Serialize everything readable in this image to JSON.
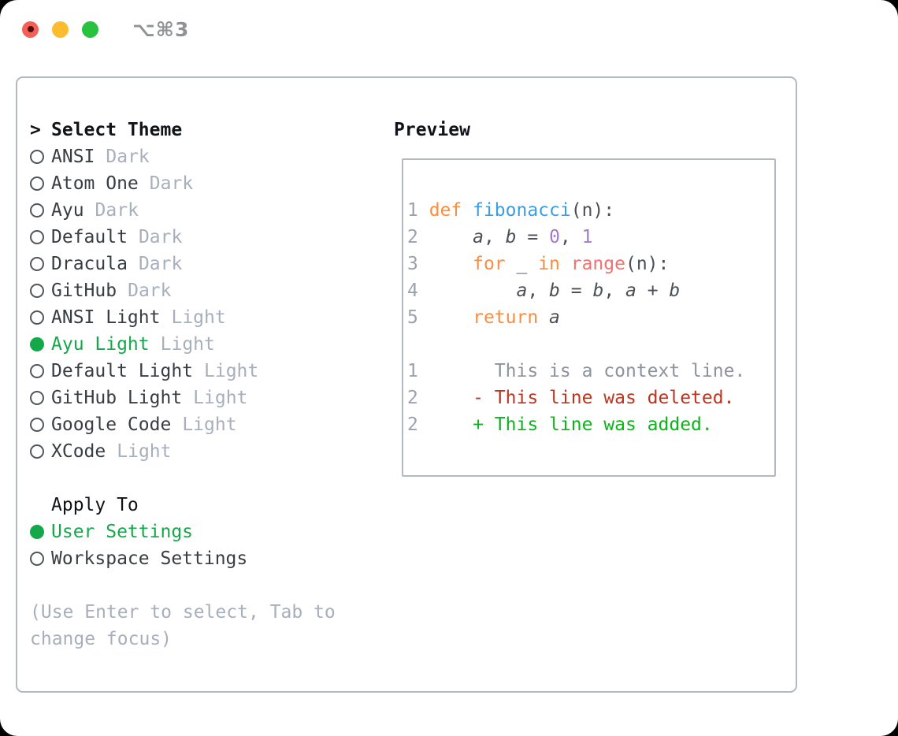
{
  "window": {
    "title": "⌥⌘3"
  },
  "colors": {
    "accent": "#14a84a",
    "heading": "#101418",
    "name": "#383d44",
    "variant": "#a7afbc",
    "hint": "#a7afbc",
    "border": "#b2b9c3",
    "title-gray": "#8f9296",
    "tl-red": "#f65f57",
    "tl-red-dot": "#4d100b",
    "tl-yellow": "#fdbc2e",
    "tl-green": "#28c23e",
    "num": "#9aa2ae",
    "fg-code": "#4b5056",
    "kw": "#fa8d3e",
    "fn": "#399ee6",
    "lit": "#a37acc",
    "bi": "#f0716f",
    "ctx": "#8b939e",
    "red-del": "#c0341f",
    "green-add": "#0bb51a"
  },
  "left_pane": {
    "header": {
      "marker": ">",
      "label": "Select Theme"
    },
    "themes": [
      {
        "name": "ANSI",
        "variant": "Dark",
        "selected": false
      },
      {
        "name": "Atom One",
        "variant": "Dark",
        "selected": false
      },
      {
        "name": "Ayu",
        "variant": "Dark",
        "selected": false
      },
      {
        "name": "Default",
        "variant": "Dark",
        "selected": false
      },
      {
        "name": "Dracula",
        "variant": "Dark",
        "selected": false
      },
      {
        "name": "GitHub",
        "variant": "Dark",
        "selected": false
      },
      {
        "name": "ANSI Light",
        "variant": "Light",
        "selected": false
      },
      {
        "name": "Ayu Light",
        "variant": "Light",
        "selected": true
      },
      {
        "name": "Default Light",
        "variant": "Light",
        "selected": false
      },
      {
        "name": "GitHub Light",
        "variant": "Light",
        "selected": false
      },
      {
        "name": "Google Code",
        "variant": "Light",
        "selected": false
      },
      {
        "name": "XCode",
        "variant": "Light",
        "selected": false
      }
    ],
    "apply_to": {
      "label": "Apply To",
      "options": [
        {
          "label": "User Settings",
          "selected": true
        },
        {
          "label": "Workspace Settings",
          "selected": false
        }
      ]
    },
    "hint_lines": [
      "(Use Enter to select, Tab to",
      "change focus)"
    ]
  },
  "preview": {
    "title": "Preview",
    "code_lines": [
      [
        [
          "num",
          "1 "
        ],
        [
          "kw",
          "def "
        ],
        [
          "fn",
          "fibonacci"
        ],
        [
          "pl",
          "(n):"
        ]
      ],
      [
        [
          "num",
          "2 "
        ],
        [
          "pl",
          "    "
        ],
        [
          "var",
          "a"
        ],
        [
          "pl",
          ", "
        ],
        [
          "var",
          "b"
        ],
        [
          "pl",
          " = "
        ],
        [
          "lit",
          "0"
        ],
        [
          "pl",
          ", "
        ],
        [
          "lit",
          "1"
        ]
      ],
      [
        [
          "num",
          "3 "
        ],
        [
          "pl",
          "    "
        ],
        [
          "kw",
          "for "
        ],
        [
          "pl",
          "_ "
        ],
        [
          "kw",
          "in "
        ],
        [
          "bi",
          "range"
        ],
        [
          "pl",
          "(n):"
        ]
      ],
      [
        [
          "num",
          "4 "
        ],
        [
          "pl",
          "        "
        ],
        [
          "var",
          "a"
        ],
        [
          "pl",
          ", "
        ],
        [
          "var",
          "b"
        ],
        [
          "pl",
          " = "
        ],
        [
          "var",
          "b"
        ],
        [
          "pl",
          ", "
        ],
        [
          "var",
          "a"
        ],
        [
          "pl",
          " + "
        ],
        [
          "var",
          "b"
        ]
      ],
      [
        [
          "num",
          "5 "
        ],
        [
          "pl",
          "    "
        ],
        [
          "kw",
          "return "
        ],
        [
          "var",
          "a"
        ]
      ],
      [],
      [
        [
          "num",
          "1"
        ],
        [
          "pl",
          "       "
        ],
        [
          "ctx",
          "This is a context line."
        ]
      ],
      [
        [
          "num",
          "2"
        ],
        [
          "pl",
          "     "
        ],
        [
          "del",
          "- This line was deleted."
        ]
      ],
      [
        [
          "num",
          "2"
        ],
        [
          "pl",
          "     "
        ],
        [
          "add",
          "+ This line was added."
        ]
      ]
    ]
  }
}
